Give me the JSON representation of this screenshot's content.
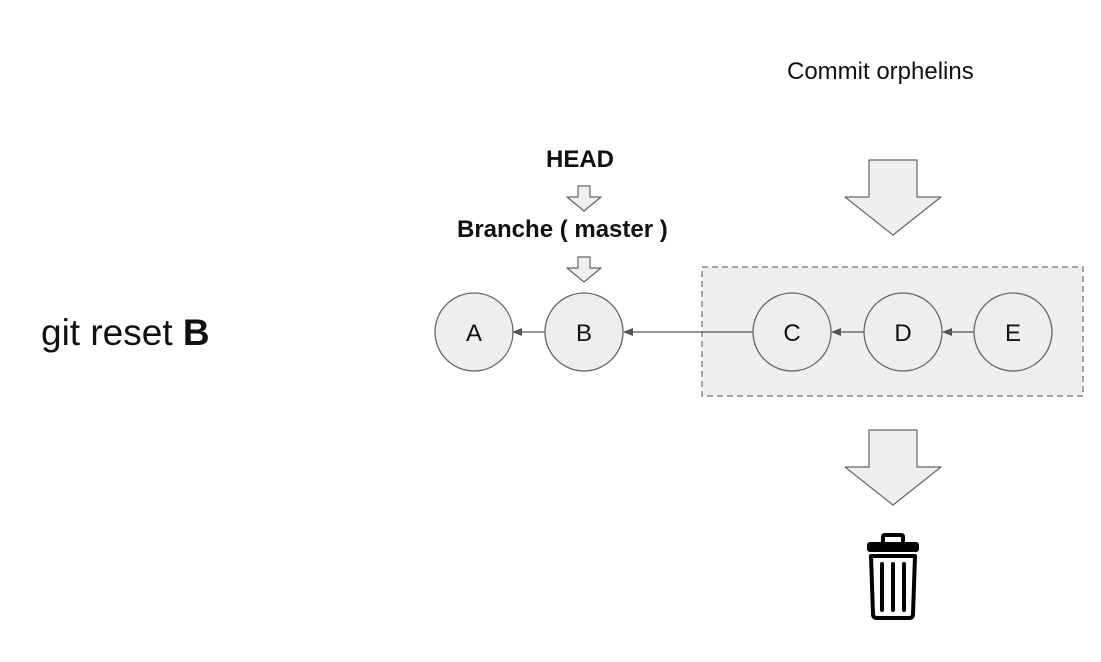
{
  "command": {
    "prefix": "git reset",
    "argument": "B"
  },
  "labels": {
    "head": "HEAD",
    "branch": "Branche ( master )",
    "orphans": "Commit orphelins"
  },
  "commits": [
    "A",
    "B",
    "C",
    "D",
    "E"
  ],
  "orphan_commits": [
    "C",
    "D",
    "E"
  ],
  "icons": {
    "discard": "trash-icon"
  },
  "colors": {
    "node_fill": "#eeeeee",
    "node_stroke": "#666666",
    "arrow_fill": "#efefef",
    "arrow_stroke": "#666666",
    "orphan_box_fill": "#efefef",
    "orphan_box_stroke": "#888888",
    "edge": "#555555",
    "trash": "#000000"
  }
}
